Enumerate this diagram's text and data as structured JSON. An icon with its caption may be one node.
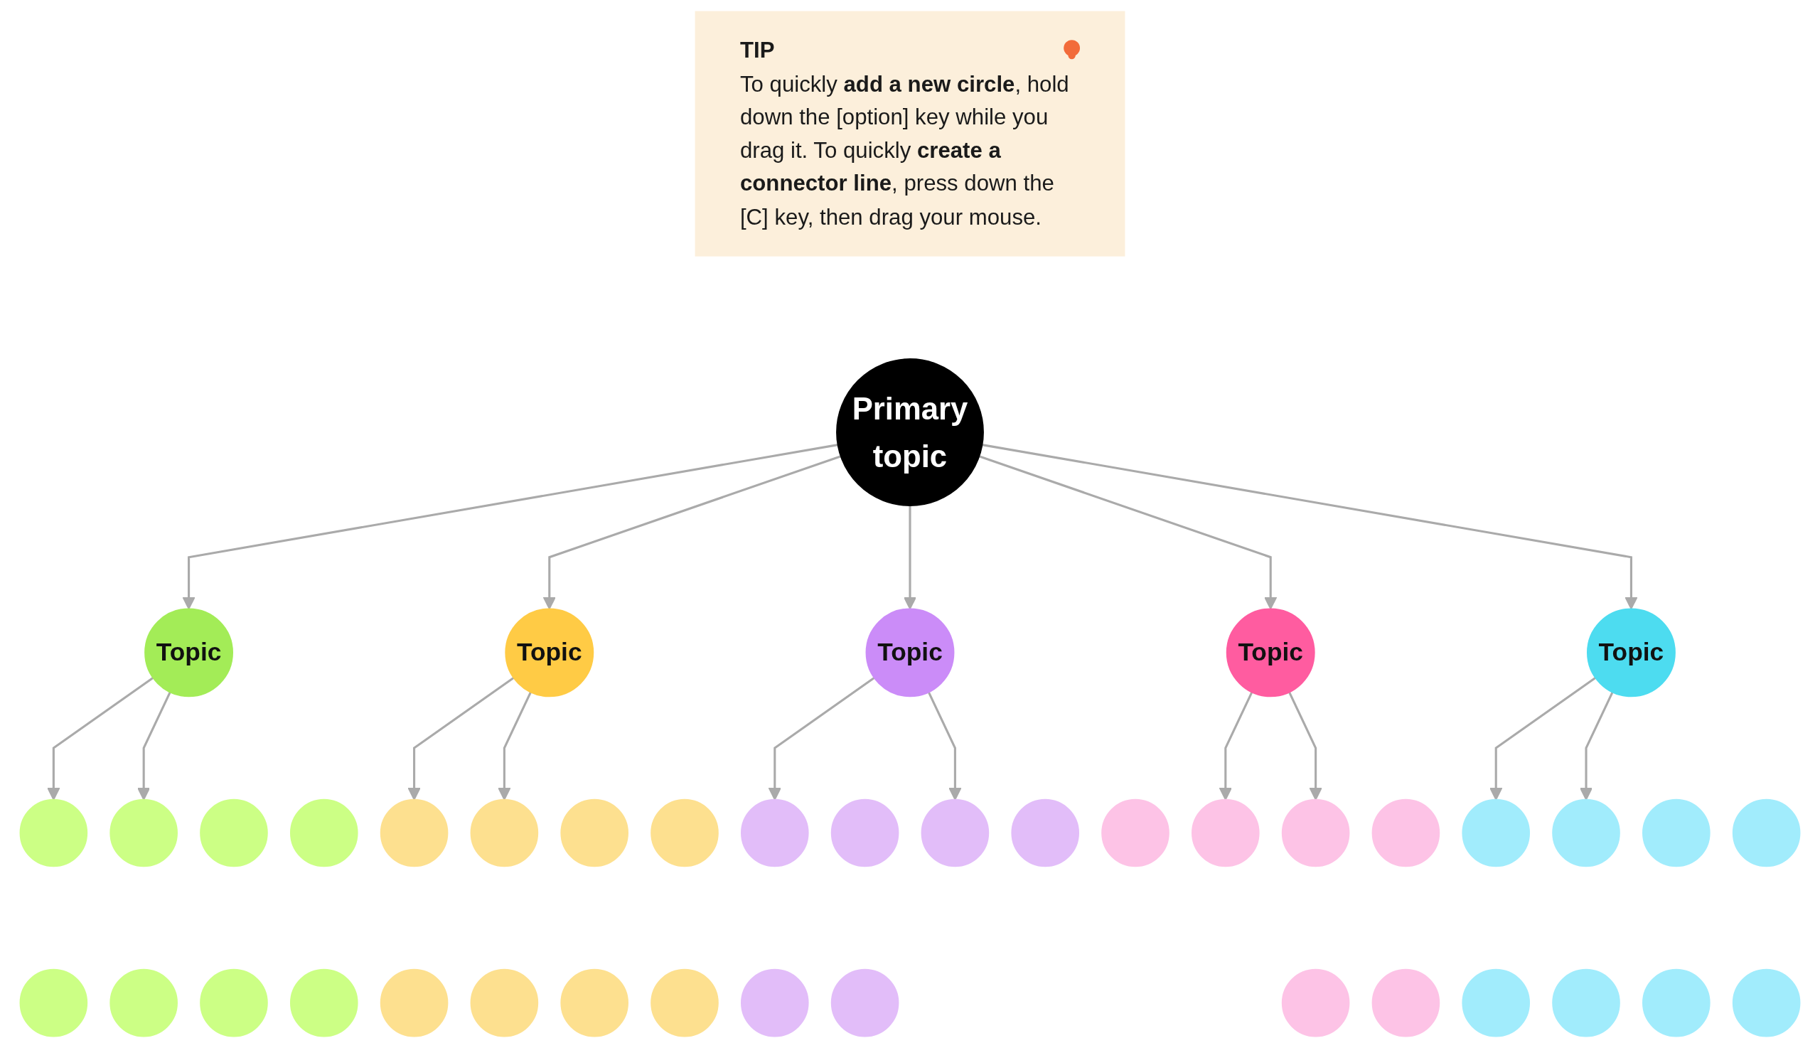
{
  "diagram": {
    "nodes": [
      {
        "text": [
          "TIP",
          "To quickly **add a new circle**, hold down the [option] key while you drag it. To quickly **create a connector line**, press down the [C] key, then drag your mouse."
        ]
      },
      {
        "text": [
          "Primary topic"
        ]
      },
      {
        "text": [
          "Topic"
        ]
      },
      {
        "text": [
          "Topic"
        ]
      },
      {
        "text": [
          "Topic"
        ]
      },
      {
        "text": [
          "Topic"
        ]
      },
      {
        "text": [
          "Topic"
        ]
      },
      {
        "text": [],
        "shape": "circle"
      },
      {
        "text": [],
        "shape": "circle"
      },
      {
        "text": [],
        "shape": "circle"
      },
      {
        "text": [],
        "shape": "circle"
      },
      {
        "text": [],
        "shape": "circle"
      },
      {
        "text": [],
        "shape": "circle"
      },
      {
        "text": [],
        "shape": "circle"
      },
      {
        "text": [],
        "shape": "circle"
      },
      {
        "text": [],
        "shape": "circle"
      },
      {
        "text": [],
        "shape": "circle"
      },
      {
        "text": [],
        "shape": "circle"
      },
      {
        "text": [],
        "shape": "circle"
      },
      {
        "text": [],
        "shape": "circle"
      },
      {
        "text": [],
        "shape": "circle"
      },
      {
        "text": [],
        "shape": "circle"
      },
      {
        "text": [],
        "shape": "circle"
      },
      {
        "text": [],
        "shape": "circle"
      },
      {
        "text": [],
        "shape": "circle"
      },
      {
        "text": [],
        "shape": "circle"
      },
      {
        "text": [],
        "shape": "circle"
      },
      {
        "text": [],
        "shape": "circle"
      },
      {
        "text": [],
        "shape": "circle"
      },
      {
        "text": [],
        "shape": "circle"
      },
      {
        "text": [],
        "shape": "circle"
      },
      {
        "text": [],
        "shape": "circle"
      },
      {
        "text": [],
        "shape": "circle"
      },
      {
        "text": [],
        "shape": "circle"
      },
      {
        "text": [],
        "shape": "circle"
      },
      {
        "text": [],
        "shape": "circle"
      },
      {
        "text": [],
        "shape": "circle"
      },
      {
        "text": [],
        "shape": "circle"
      },
      {
        "text": [],
        "shape": "circle"
      },
      {
        "text": [],
        "shape": "circle"
      },
      {
        "text": [],
        "shape": "circle"
      },
      {
        "text": [],
        "shape": "circle"
      },
      {
        "text": [],
        "shape": "circle"
      }
    ],
    "edges": [
      {
        "from": 1,
        "to": 2,
        "arrow": "to"
      },
      {
        "from": 1,
        "to": 3,
        "arrow": "to"
      },
      {
        "from": 1,
        "to": 4,
        "arrow": "to"
      },
      {
        "from": 1,
        "to": 5,
        "arrow": "to"
      },
      {
        "from": 1,
        "to": 6,
        "arrow": "to"
      },
      {
        "from": 2,
        "to": 10,
        "arrow": "to"
      },
      {
        "from": 2,
        "to": 13,
        "arrow": "to"
      },
      {
        "from": 3,
        "to": 18,
        "arrow": "to"
      },
      {
        "from": 3,
        "to": 19,
        "arrow": "to"
      },
      {
        "from": 4,
        "to": 23,
        "arrow": "to"
      },
      {
        "from": 4,
        "to": 27,
        "arrow": "to"
      },
      {
        "from": 5,
        "to": 30,
        "arrow": "to"
      },
      {
        "from": 5,
        "to": 32,
        "arrow": "to"
      },
      {
        "from": 6,
        "to": 35,
        "arrow": "to"
      },
      {
        "from": 6,
        "to": 42,
        "arrow": "to"
      }
    ]
  }
}
